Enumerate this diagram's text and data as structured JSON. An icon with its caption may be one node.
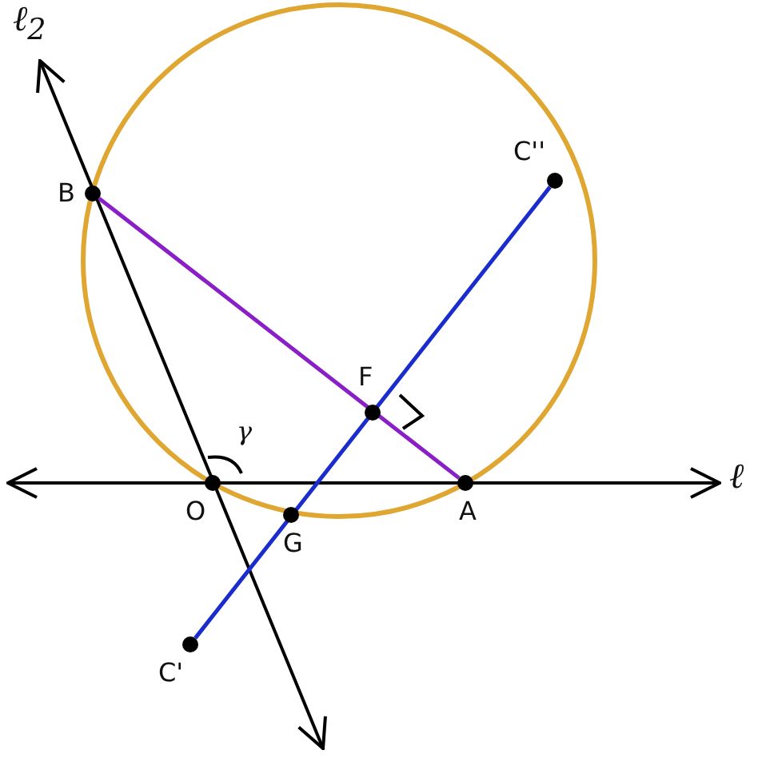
{
  "diagram": {
    "nodes": [
      {
        "text": [
          "B"
        ]
      },
      {
        "text": [
          "C''"
        ]
      },
      {
        "text": [
          "F"
        ]
      },
      {
        "text": [
          "O"
        ]
      },
      {
        "text": [
          "G"
        ]
      },
      {
        "text": [
          "A"
        ]
      },
      {
        "text": [
          "C'"
        ]
      }
    ],
    "edges": [
      {
        "from": 0,
        "to": 5,
        "arrow": "none",
        "color": "#8a1fc8"
      },
      {
        "from": 6,
        "to": 1,
        "arrow": "none",
        "color": "#1a2ccc"
      }
    ],
    "labels": [
      "ℓ$_{2}$",
      "γ",
      "ℓ"
    ]
  }
}
